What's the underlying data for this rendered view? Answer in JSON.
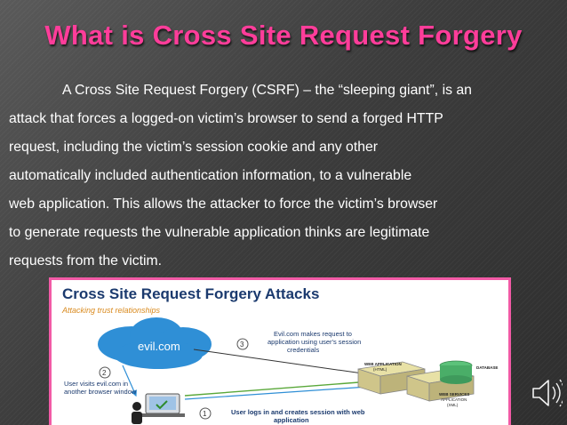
{
  "slide": {
    "title": "What is Cross Site Request Forgery",
    "body_lines": [
      "A Cross Site Request Forgery (CSRF) – the “sleeping giant”, is an",
      "attack  that forces a logged-on victim’s browser to send a forged HTTP",
      "request, including the victim’s session cookie and any other",
      "automatically included authentication information, to a vulnerable",
      "web application. This allows the attacker to force the victim’s browser",
      "to generate requests the vulnerable application thinks are legitimate",
      "requests from the victim."
    ]
  },
  "figure": {
    "title": "Cross Site Request Forgery Attacks",
    "subtitle": "Attacking trust relationships",
    "cloud_label": "evil.com",
    "step1": {
      "num": "1",
      "text": [
        "User logs in and creates session with web",
        "application"
      ]
    },
    "step2": {
      "num": "2",
      "text": [
        "User visits evil.com in",
        "another browser window"
      ]
    },
    "step3": {
      "num": "3",
      "text": [
        "Evil.com makes request to",
        "application using user's session",
        "credentials"
      ]
    },
    "server_labels": {
      "web_application": "WEB APPLICATION",
      "html": "(HTML)",
      "database": "DATABASE",
      "web_services": "WEB SERVICES",
      "application": "APPLICATION",
      "xml": "(XML)"
    }
  },
  "colors": {
    "title": "#ff3d9a",
    "figure_border": "#f25aa6",
    "cloud": "#2f8fd6",
    "figure_title": "#1b3a6e",
    "subtitle": "#d98a1e"
  },
  "icons": {
    "audio": "speaker-icon"
  }
}
